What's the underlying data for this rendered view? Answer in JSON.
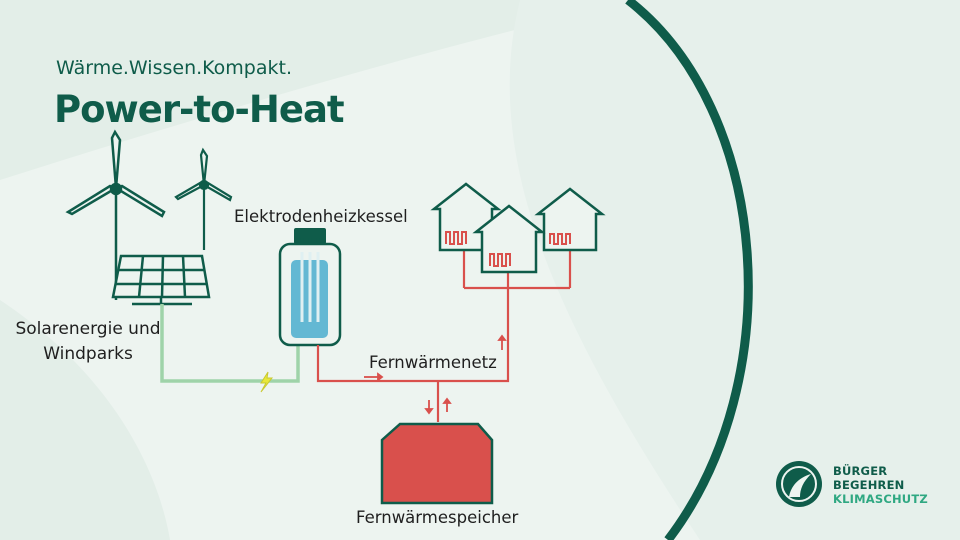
{
  "header": {
    "subtitle": "Wärme.Wissen.Kompakt.",
    "title": "Power-to-Heat"
  },
  "diagram": {
    "source_label_line1": "Solarenergie und",
    "source_label_line2": "Windparks",
    "boiler_label": "Elektrodenheizkessel",
    "network_label": "Fernwärmenetz",
    "storage_label": "Fernwärmespeicher"
  },
  "logo": {
    "line1": "BÜRGER",
    "line2": "BEGEHREN",
    "line3": "KLIMASCHUTZ"
  },
  "colors": {
    "brand_green": "#0f5c4a",
    "electric_line": "#9fd3a9",
    "heat_red": "#d9504c",
    "water_blue": "#63b8d3",
    "bolt_yellow": "#e8e83a"
  }
}
